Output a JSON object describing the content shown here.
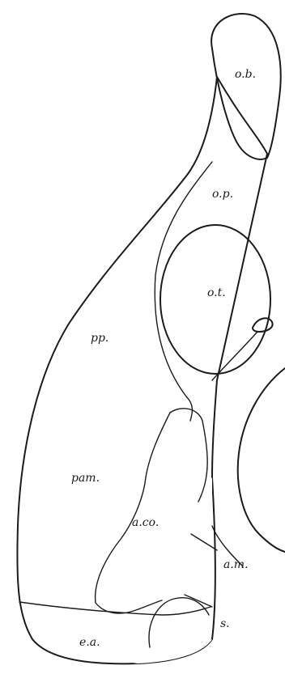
{
  "diagram": {
    "labels": {
      "ob": "o.b.",
      "op": "o.p.",
      "ot": "o.t.",
      "pp": "pp.",
      "pam": "pam.",
      "aco": "a.co.",
      "am": "a.m.",
      "s": "s.",
      "ea": "e.a."
    }
  }
}
